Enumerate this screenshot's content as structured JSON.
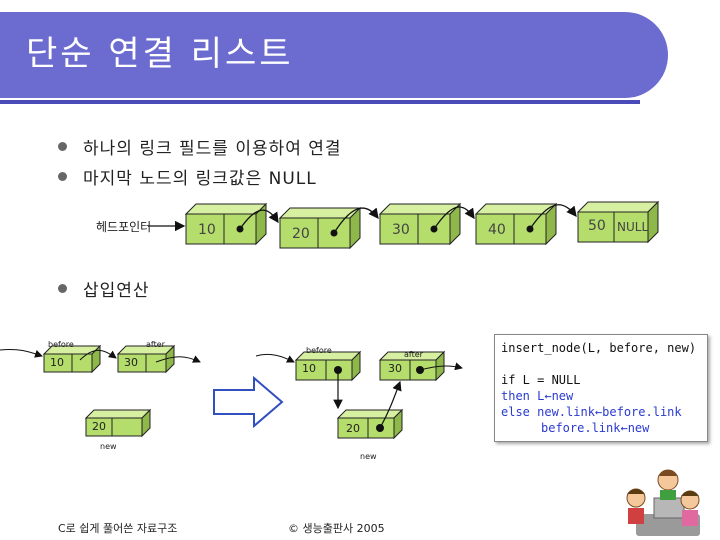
{
  "title": "단순 연결 리스트",
  "bullets": [
    "하나의 링크 필드를 이용하여 연결",
    "마지막 노드의 링크값은 NULL",
    "삽입연산"
  ],
  "top_list": {
    "head_label": "헤드포인터",
    "values": [
      "10",
      "20",
      "30",
      "40",
      "50"
    ],
    "null_label": "NULL"
  },
  "left_diagram": {
    "before_label": "before",
    "after_label": "after",
    "v1": "10",
    "v2": "30",
    "vnew": "20",
    "new_label": "new"
  },
  "right_diagram": {
    "before_label": "before",
    "after_label": "after",
    "v1": "10",
    "v2": "30",
    "vnew": "20",
    "new_label": "new"
  },
  "code": {
    "line1": "insert_node(L, before, new)",
    "line2": "if L = NULL",
    "line3": "then L←new",
    "line4": "else new.link←before.link",
    "line5": "before.link←new"
  },
  "footer": {
    "left": "C로 쉽게 풀어쓴 자료구조",
    "center": "© 생능출판사 2005"
  }
}
